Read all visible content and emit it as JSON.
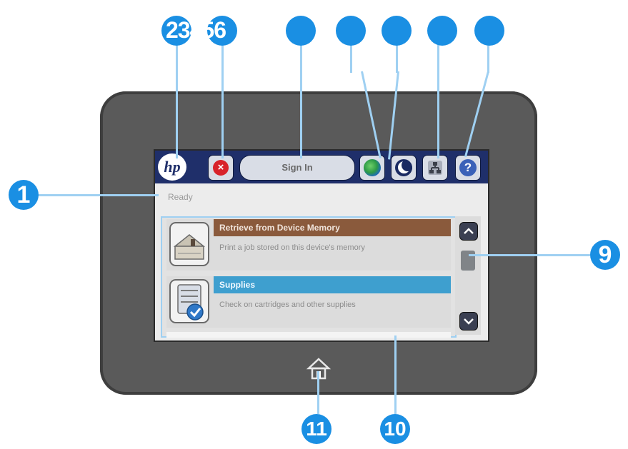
{
  "callouts": {
    "c1": "1",
    "c2_6": "23456",
    "c9": "9",
    "c10": "10",
    "c11": "11"
  },
  "topbar": {
    "logo": "hp",
    "signin_label": "Sign In"
  },
  "status": "Ready",
  "list_items": [
    {
      "title": "Retrieve from Device Memory",
      "desc": "Print a job stored on this device's memory",
      "title_color": "#8a5a3c"
    },
    {
      "title": "Supplies",
      "desc": "Check on cartridges and other supplies",
      "title_color": "#3e9fcf"
    }
  ],
  "colors": {
    "callout": "#1a8fe3",
    "leader": "#9fd0f2",
    "topbar": "#1f2f6a",
    "bezel": "#5a5a5a"
  }
}
